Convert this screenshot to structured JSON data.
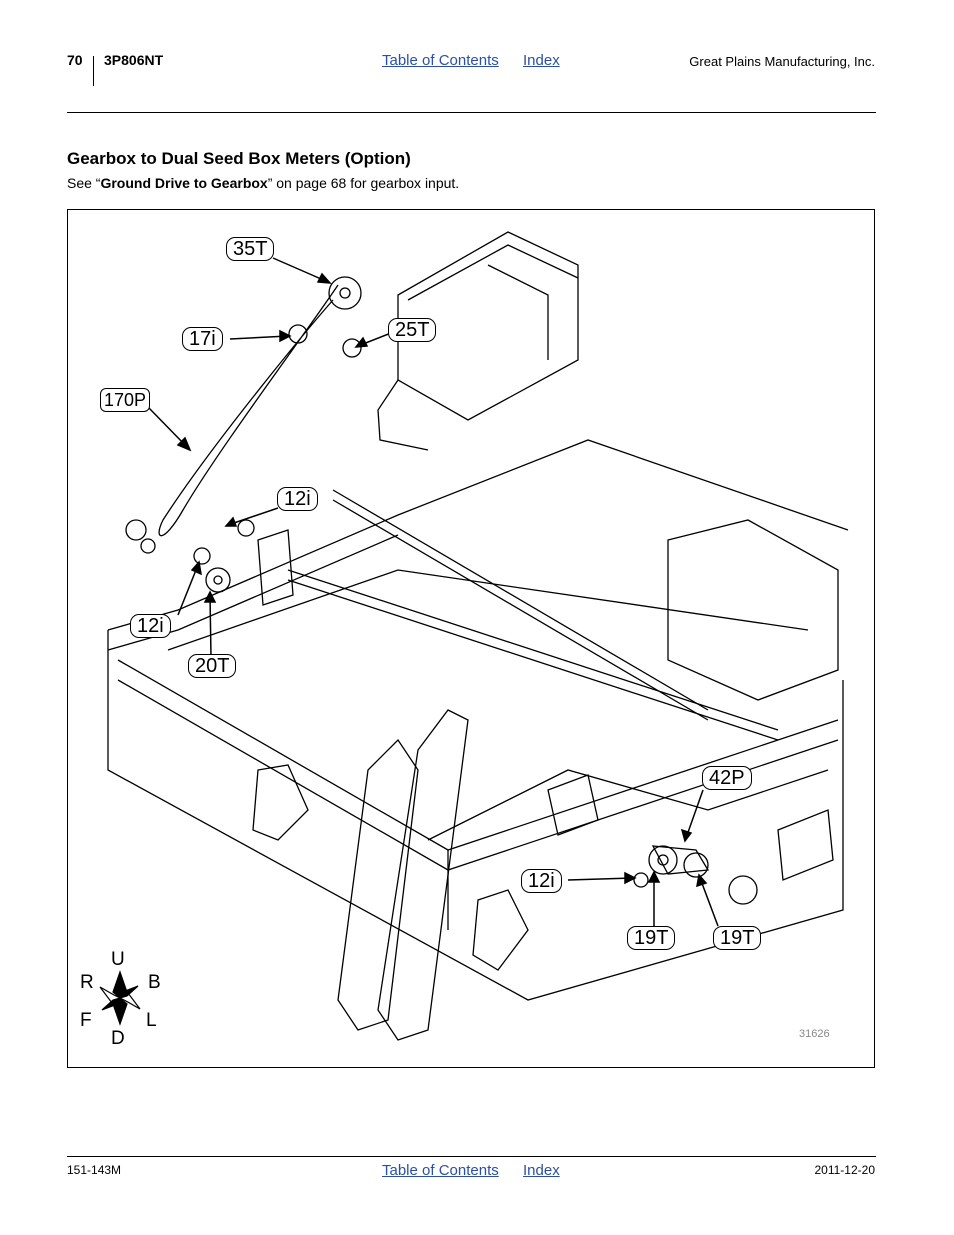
{
  "header": {
    "page_number": "70",
    "model": "3P806NT",
    "toc_link": "Table of Contents",
    "index_link": "Index",
    "company": "Great Plains Manufacturing, Inc."
  },
  "section": {
    "title": "Gearbox to Dual Seed Box Meters (Option)",
    "intro_prefix": "See “",
    "intro_ref": "Ground Drive to Gearbox",
    "intro_suffix": "” on page 68 for gearbox input."
  },
  "figure": {
    "callouts": {
      "c35t": "35T",
      "c17i": "17i",
      "c25t": "25T",
      "c170p": "170P",
      "c12i_top": "12i",
      "c12i_left": "12i",
      "c20t": "20T",
      "c42p": "42P",
      "c12i_bottom": "12i",
      "c19t_left": "19T",
      "c19t_right": "19T"
    },
    "compass": {
      "up": "U",
      "down": "D",
      "right_top": "B",
      "left_top": "R",
      "front": "F",
      "left": "L"
    },
    "figure_id": "31626"
  },
  "footer": {
    "doc_number": "151-143M",
    "toc_link": "Table of Contents",
    "index_link": "Index",
    "date": "2011-12-20"
  }
}
